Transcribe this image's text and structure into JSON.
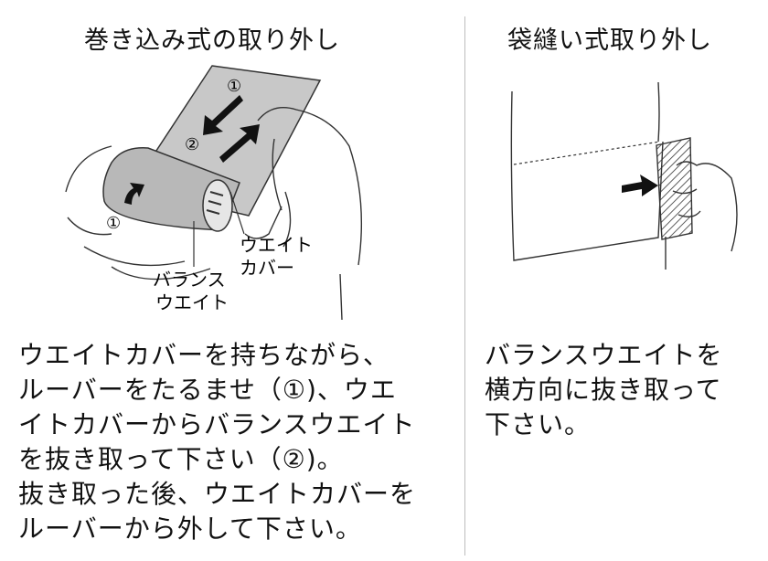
{
  "left": {
    "title": "巻き込み式の取り外し",
    "labels": {
      "weight_cover": [
        "ウエイト",
        "カバー"
      ],
      "balance_weight": [
        "バランス",
        "ウエイト"
      ],
      "step1": "①",
      "step2": "②"
    },
    "description": [
      "ウエイトカバーを持ちながら、",
      "ルーバーをたるませ（①)、ウエ",
      "イトカバーからバランスウエイト",
      "を抜き取って下さい（②)。",
      "抜き取った後、ウエイトカバーを",
      "ルーバーから外して下さい。"
    ]
  },
  "right": {
    "title": "袋縫い式取り外し",
    "description": [
      "バランスウエイトを",
      "横方向に抜き取って",
      "下さい。"
    ]
  }
}
